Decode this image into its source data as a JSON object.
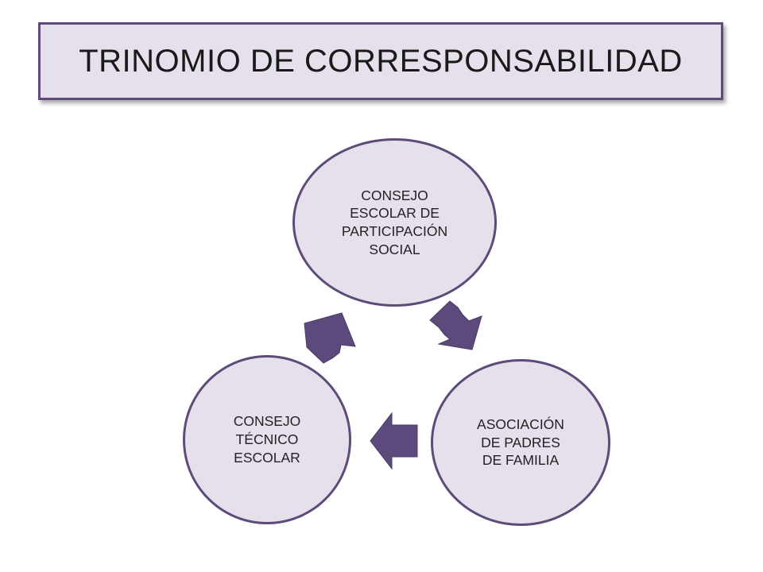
{
  "title": "TRINOMIO DE CORRESPONSABILIDAD",
  "nodes": {
    "top": "CONSEJO\nESCOLAR DE\nPARTICIPACIÓN\nSOCIAL",
    "right": "ASOCIACIÓN\nDE PADRES\nDE FAMILIA",
    "left": "CONSEJO\nTÉCNICO\nESCOLAR"
  },
  "colors": {
    "fill": "#e6e0ec",
    "border": "#5f4b7a",
    "arrow": "#5c4a7c"
  }
}
